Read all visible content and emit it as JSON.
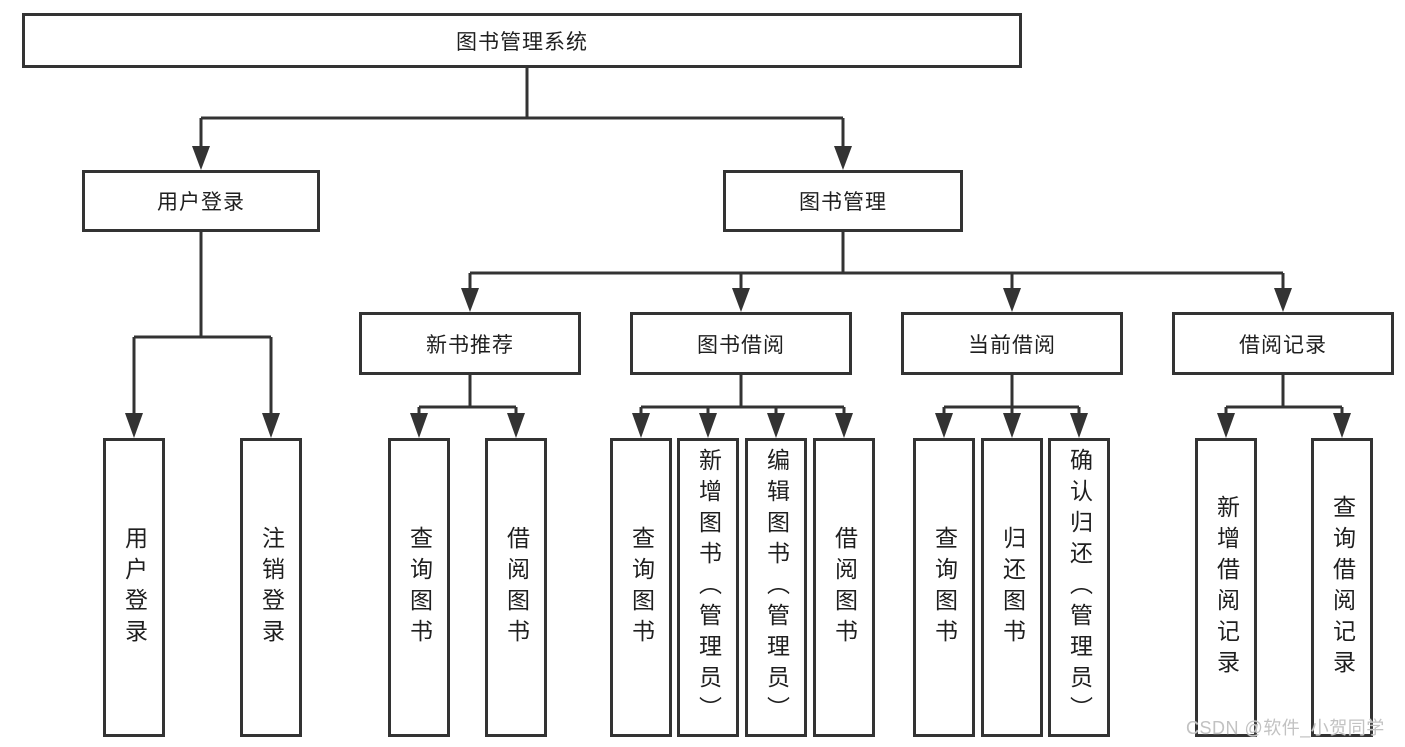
{
  "diagram_type": "functional-structure-tree",
  "tree": {
    "root": {
      "label": "图书管理系统",
      "children": [
        {
          "label": "用户登录",
          "children": [
            {
              "label": "用户登录"
            },
            {
              "label": "注销登录"
            }
          ]
        },
        {
          "label": "图书管理",
          "children": [
            {
              "label": "新书推荐",
              "children": [
                {
                  "label": "查询图书"
                },
                {
                  "label": "借阅图书"
                }
              ]
            },
            {
              "label": "图书借阅",
              "children": [
                {
                  "label": "查询图书"
                },
                {
                  "label": "新增图书（管理员）"
                },
                {
                  "label": "编辑图书（管理员）"
                },
                {
                  "label": "借阅图书"
                }
              ]
            },
            {
              "label": "当前借阅",
              "children": [
                {
                  "label": "查询图书"
                },
                {
                  "label": "归还图书"
                },
                {
                  "label": "确认归还（管理员）"
                }
              ]
            },
            {
              "label": "借阅记录",
              "children": [
                {
                  "label": "新增借阅记录"
                },
                {
                  "label": "查询借阅记录"
                }
              ]
            }
          ]
        }
      ]
    }
  },
  "watermark": {
    "text": "CSDN @软件_小贺同学",
    "color": "#c2c2c2"
  },
  "colors": {
    "line": "#333333",
    "box_border": "#333333",
    "text": "#1f1f1f",
    "background": "#ffffff"
  }
}
